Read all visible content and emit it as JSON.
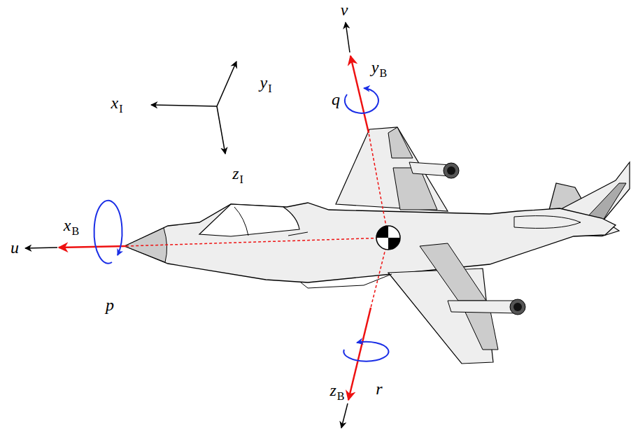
{
  "diagram": {
    "labels": [
      "xI",
      "yI",
      "zI",
      "u",
      "xB",
      "p",
      "v",
      "yB",
      "q",
      "zB",
      "r"
    ]
  }
}
